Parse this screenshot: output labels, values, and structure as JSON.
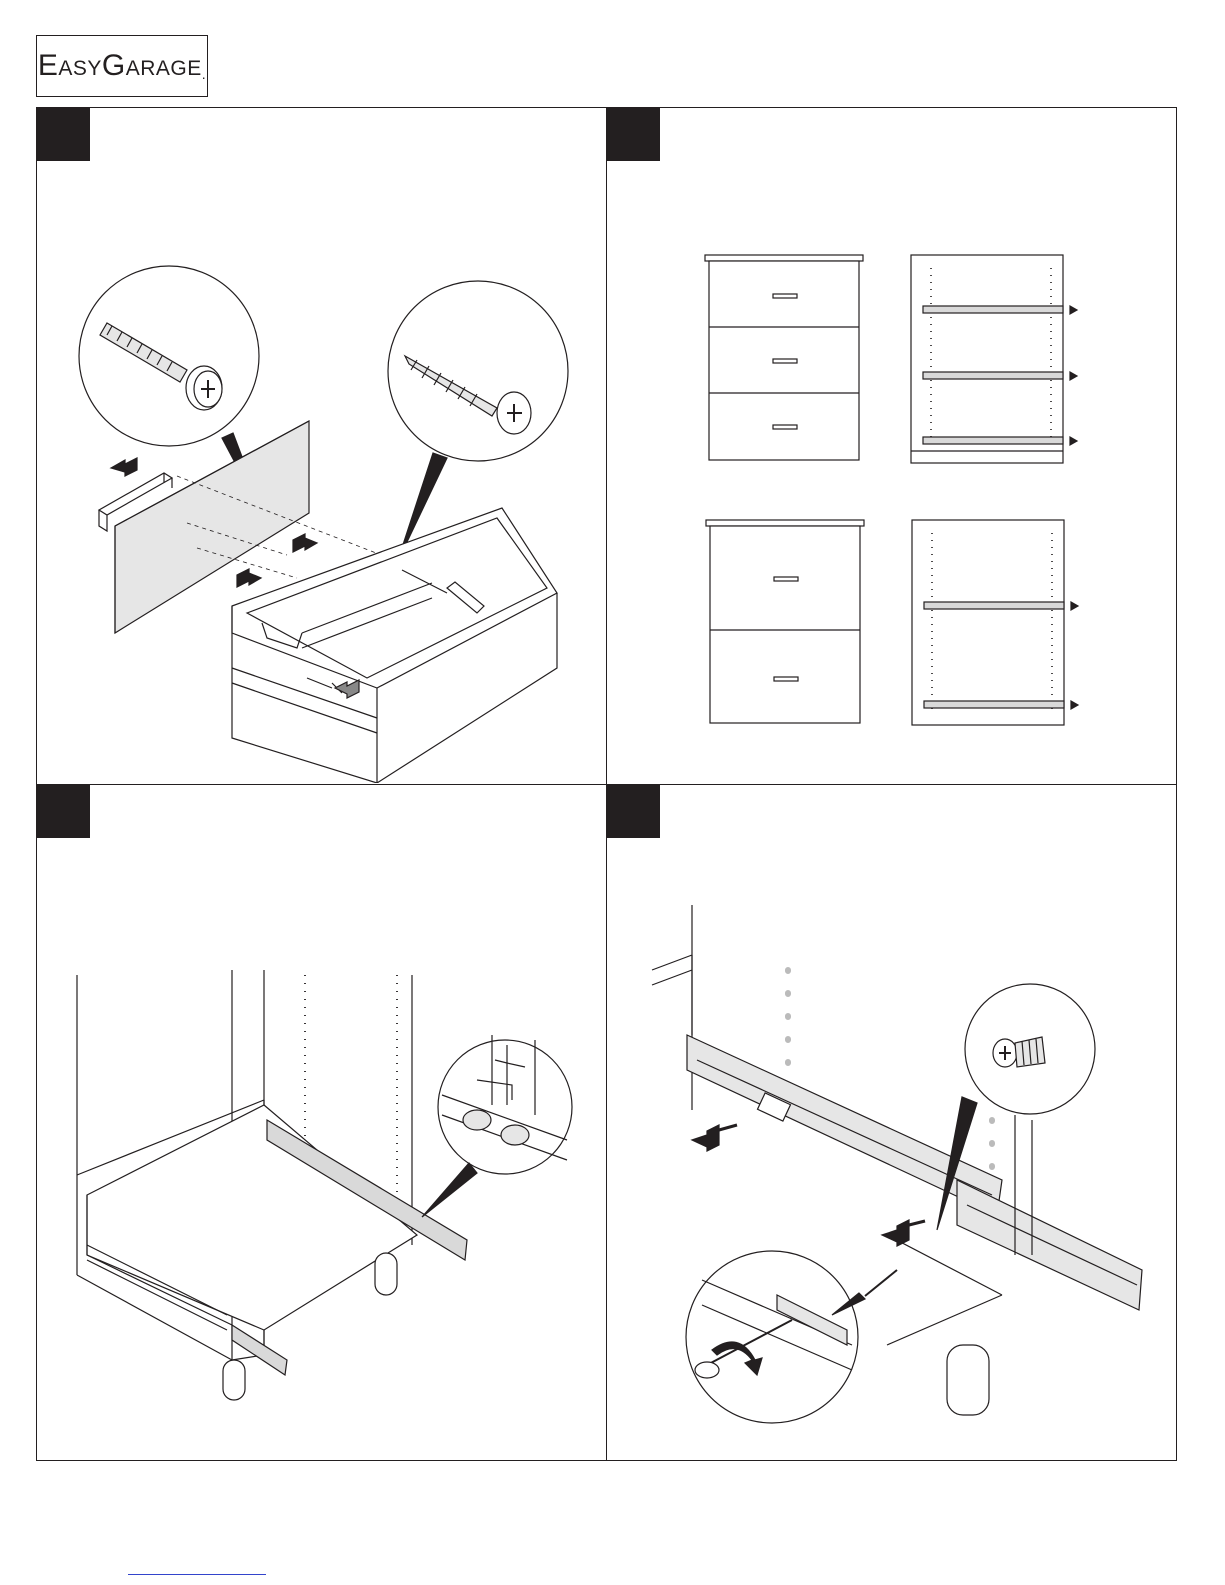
{
  "brand": {
    "name": "EasyGarage",
    "trademark": "."
  },
  "panels": [
    {
      "id": "step-1",
      "content": "drawer-front-handle-and-screws"
    },
    {
      "id": "step-2",
      "content": "drawer-configurations-and-slide-positions"
    },
    {
      "id": "step-3",
      "content": "slide-mounting-in-cabinet"
    },
    {
      "id": "step-4",
      "content": "slide-screw-fastening"
    }
  ],
  "icons": [
    "bolt-icon",
    "wood-screw-icon",
    "arrow-icon",
    "screwdriver-icon",
    "euro-screw-icon",
    "rotation-arrow-icon"
  ],
  "colors": {
    "line": "#231f20",
    "panel-fill": "#e6e6e6",
    "rail-fill": "#d9d9d9",
    "link": "#3344cc"
  }
}
